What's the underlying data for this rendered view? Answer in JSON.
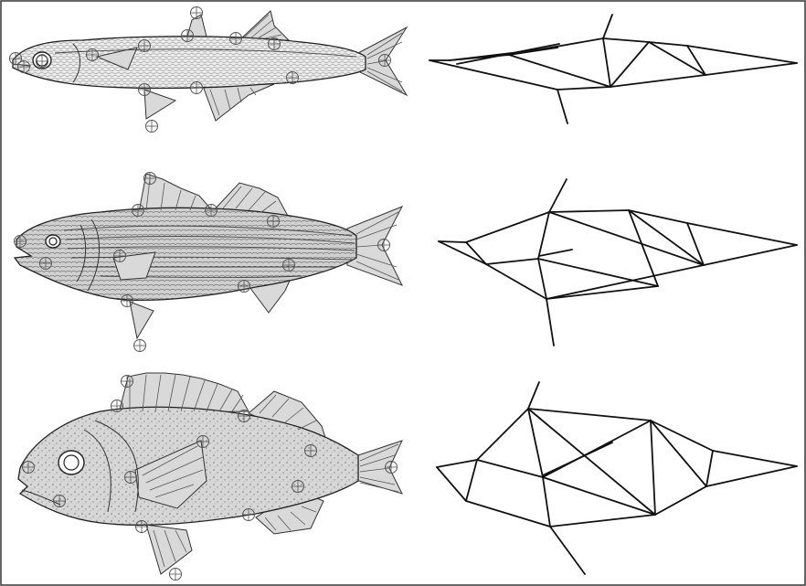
{
  "figure": {
    "panels": [
      {
        "id": "mullet",
        "landmarks": [
          [
            17,
            64
          ],
          [
            26,
            73
          ],
          [
            46,
            67
          ],
          [
            101,
            60
          ],
          [
            158,
            50
          ],
          [
            205,
            39
          ],
          [
            215,
            14
          ],
          [
            258,
            42
          ],
          [
            300,
            48
          ],
          [
            421,
            66
          ],
          [
            320,
            85
          ],
          [
            215,
            96
          ],
          [
            158,
            98
          ],
          [
            166,
            138
          ]
        ],
        "truss_nodes": [
          [
            470,
            66
          ],
          [
            492,
            66
          ],
          [
            557,
            60
          ],
          [
            610,
            52
          ],
          [
            660,
            42
          ],
          [
            710,
            46
          ],
          [
            752,
            50
          ],
          [
            772,
            82
          ],
          [
            872,
            69
          ],
          [
            668,
            95
          ],
          [
            610,
            98
          ],
          [
            602,
            86
          ]
        ],
        "truss_edges": [
          [
            0,
            1
          ],
          [
            1,
            2
          ],
          [
            2,
            4
          ],
          [
            4,
            5
          ],
          [
            5,
            6
          ],
          [
            6,
            8
          ],
          [
            8,
            7
          ],
          [
            7,
            9
          ],
          [
            9,
            10
          ],
          [
            10,
            0
          ],
          [
            2,
            9
          ],
          [
            4,
            9
          ],
          [
            5,
            9
          ],
          [
            5,
            7
          ],
          [
            6,
            7
          ],
          [
            1,
            3
          ],
          [
            3,
            2
          ]
        ],
        "truss_spurs": [
          [
            [
              660,
              42
            ],
            [
              670,
              16
            ]
          ],
          [
            [
              610,
              98
            ],
            [
              621,
              135
            ]
          ],
          [
            [
              500,
              70
            ],
            [
              612,
              48
            ]
          ]
        ]
      },
      {
        "id": "striped-bass",
        "landmarks": [
          [
            22,
            264
          ],
          [
            50,
            288
          ],
          [
            131,
            280
          ],
          [
            151,
            230
          ],
          [
            164,
            195
          ],
          [
            231,
            230
          ],
          [
            299,
            242
          ],
          [
            420,
            268
          ],
          [
            316,
            290
          ],
          [
            267,
            313
          ],
          [
            139,
            329
          ],
          [
            153,
            378
          ]
        ],
        "truss_nodes": [
          [
            480,
            264
          ],
          [
            510,
            265
          ],
          [
            532,
            289
          ],
          [
            589,
            283
          ],
          [
            601,
            232
          ],
          [
            688,
            230
          ],
          [
            752,
            244
          ],
          [
            872,
            268
          ],
          [
            770,
            290
          ],
          [
            720,
            313
          ],
          [
            598,
            327
          ]
        ],
        "truss_edges": [
          [
            0,
            1
          ],
          [
            1,
            4
          ],
          [
            4,
            5
          ],
          [
            5,
            6
          ],
          [
            6,
            7
          ],
          [
            7,
            8
          ],
          [
            8,
            10
          ],
          [
            10,
            2
          ],
          [
            2,
            0
          ],
          [
            1,
            2
          ],
          [
            2,
            3
          ],
          [
            3,
            4
          ],
          [
            3,
            10
          ],
          [
            4,
            8
          ],
          [
            5,
            8
          ],
          [
            5,
            9
          ],
          [
            6,
            8
          ],
          [
            9,
            10
          ],
          [
            3,
            9
          ]
        ],
        "truss_spurs": [
          [
            [
              601,
              232
            ],
            [
              620,
              196
            ]
          ],
          [
            [
              598,
              327
            ],
            [
              606,
              378
            ]
          ],
          [
            [
              590,
              280
            ],
            [
              626,
              273
            ]
          ]
        ]
      },
      {
        "id": "rockfish",
        "landmarks": [
          [
            31,
            511
          ],
          [
            65,
            548
          ],
          [
            128,
            444
          ],
          [
            139,
            417
          ],
          [
            143,
            522
          ],
          [
            155,
            576
          ],
          [
            192,
            628
          ],
          [
            222,
            483
          ],
          [
            267,
            455
          ],
          [
            272,
            563
          ],
          [
            326,
            532
          ],
          [
            340,
            493
          ],
          [
            428,
            511
          ]
        ],
        "truss_nodes": [
          [
            478,
            511
          ],
          [
            510,
            548
          ],
          [
            522,
            503
          ],
          [
            578,
            447
          ],
          [
            594,
            522
          ],
          [
            602,
            576
          ],
          [
            717,
            563
          ],
          [
            712,
            460
          ],
          [
            773,
            532
          ],
          [
            780,
            493
          ],
          [
            872,
            510
          ]
        ],
        "truss_edges": [
          [
            0,
            2
          ],
          [
            0,
            1
          ],
          [
            2,
            3
          ],
          [
            3,
            7
          ],
          [
            7,
            9
          ],
          [
            9,
            10
          ],
          [
            10,
            8
          ],
          [
            8,
            6
          ],
          [
            6,
            5
          ],
          [
            5,
            1
          ],
          [
            1,
            2
          ],
          [
            2,
            4
          ],
          [
            4,
            3
          ],
          [
            3,
            6
          ],
          [
            4,
            7
          ],
          [
            4,
            6
          ],
          [
            7,
            8
          ],
          [
            8,
            9
          ],
          [
            5,
            4
          ],
          [
            6,
            7
          ]
        ],
        "truss_spurs": [
          [
            [
              578,
              447
            ],
            [
              590,
              418
            ]
          ],
          [
            [
              602,
              576
            ],
            [
              640,
              628
            ]
          ],
          [
            [
              594,
              520
            ],
            [
              670,
              484
            ]
          ]
        ]
      }
    ]
  }
}
